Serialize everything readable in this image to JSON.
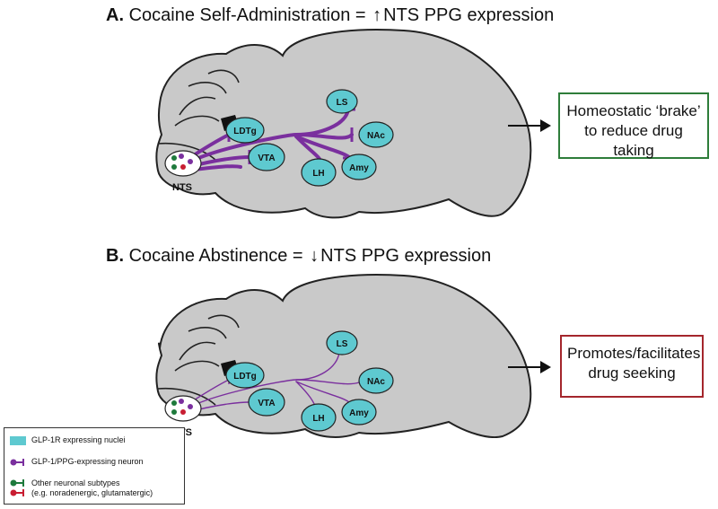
{
  "panel_a": {
    "letter": "A.",
    "title_pre": "Cocaine Self-Administration =",
    "arrow": "↑",
    "title_post": "NTS PPG expression",
    "outcome_line1": "Homeostatic ‘brake’",
    "outcome_line2": "to reduce drug taking",
    "outcome_color": "#2e7d3a"
  },
  "panel_b": {
    "letter": "B.",
    "title_pre": "Cocaine Abstinence =",
    "arrow": "↓",
    "title_post": "NTS PPG expression",
    "outcome_line1": "Promotes/facilitates",
    "outcome_line2": "drug seeking",
    "outcome_color": "#a4262c"
  },
  "nuclei": {
    "ldtg": "LDTg",
    "ls": "LS",
    "nac": "NAc",
    "vta": "VTA",
    "lh": "LH",
    "amy": "Amy",
    "nts": "NTS"
  },
  "legend": {
    "nuclei_label": "GLP-1R expressing nuclei",
    "neuron_label": "GLP-1/PPG-expressing neuron",
    "other_label_1": "Other neuronal subtypes",
    "other_label_2": "(e.g. noradenergic, glutamatergic)"
  },
  "colors": {
    "brain": "#c9c9c9",
    "nucleus": "#5ec9d0",
    "projection": "#7a2f9e",
    "green_neuron": "#1e7a3c",
    "red_neuron": "#c81d32"
  }
}
